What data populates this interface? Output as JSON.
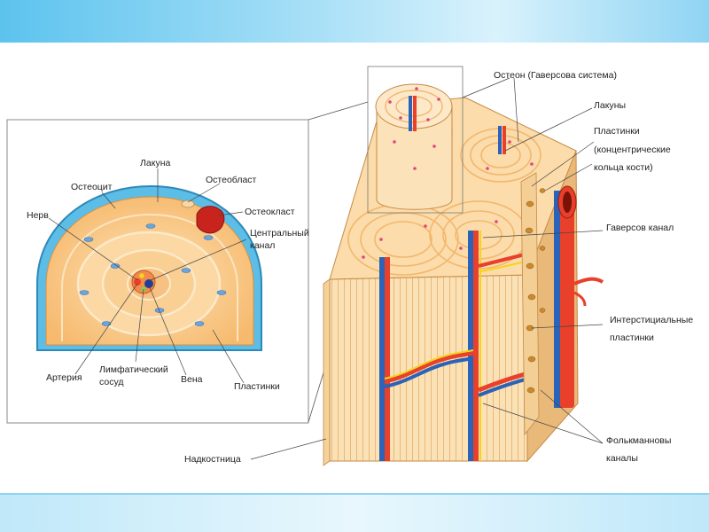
{
  "colors": {
    "band": "#8fd3f2",
    "bone_fill": "#f7c98a",
    "bone_light": "#fde6bf",
    "periosteum_cell": "#4fb5e0",
    "artery": "#e8402a",
    "vein": "#2a63b8",
    "nerve": "#f3d41f",
    "lacuna_dot": "#e0457a",
    "osteoclast": "#c9231d"
  },
  "inset": {
    "labels": {
      "lacuna": "Лакуна",
      "osteocyte": "Остеоцит",
      "osteoblast": "Остеобласт",
      "nerve": "Нерв",
      "osteoclast": "Остеокласт",
      "central_canal_1": "Центральный",
      "central_canal_2": "канал",
      "artery": "Артерия",
      "lymph_1": "Лимфатический",
      "lymph_2": "сосуд",
      "vein": "Вена",
      "lamellae": "Пластинки"
    }
  },
  "main": {
    "labels": {
      "osteon": "Остеон (Гаверсова система)",
      "lacunae": "Лакуны",
      "lamellae_1": "Пластинки",
      "lamellae_2": "(концентрические",
      "lamellae_3": "кольца кости)",
      "haversian_canal": "Гаверсов канал",
      "interstitial_1": "Интерстициальные",
      "interstitial_2": "пластинки",
      "volkmann_1": "Фолькманновы",
      "volkmann_2": "каналы",
      "periosteum": "Надкостница"
    }
  }
}
